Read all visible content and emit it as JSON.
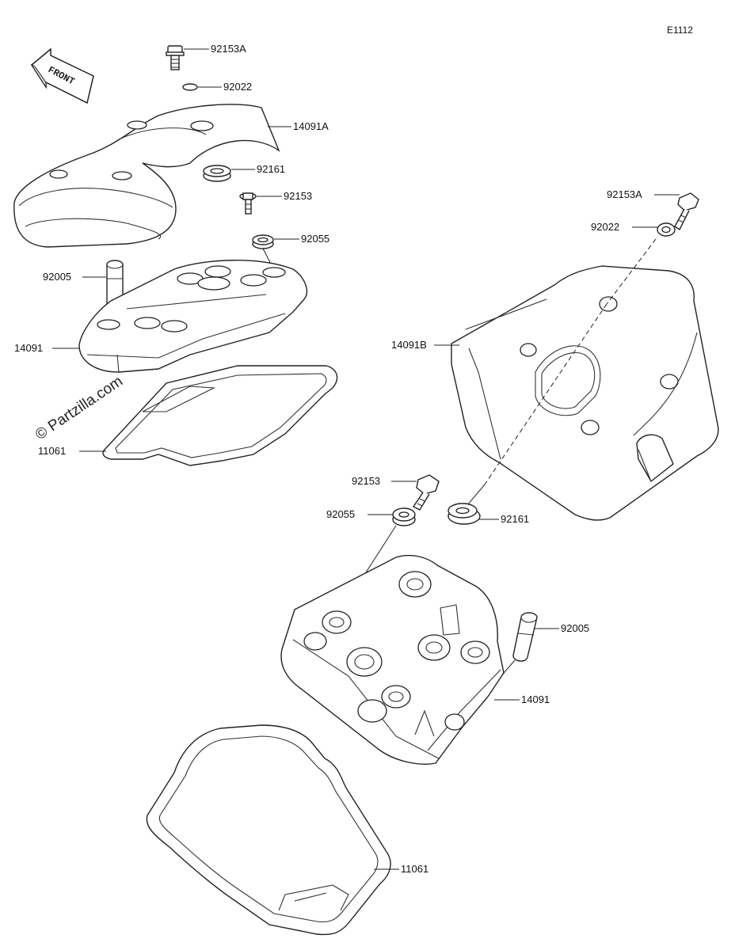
{
  "diagram_code": "E1112",
  "front_label": "FRONT",
  "watermark": "© Partzilla.com",
  "labels": {
    "bolt_top_left": "92153A",
    "washer_top_left": "92022",
    "cover_left": "14091A",
    "grommet_left": "92161",
    "bolt_mid_left": "92153",
    "washer_mid_left": "92055",
    "dowel_left": "92005",
    "head_cover_left": "14091",
    "gasket_left": "11061",
    "bolt_top_right": "92153A",
    "washer_top_right": "92022",
    "cover_right": "14091B",
    "bolt_mid_right": "92153",
    "washer_mid_right": "92055",
    "grommet_right": "92161",
    "dowel_right": "92005",
    "head_cover_right": "14091",
    "gasket_right": "11061"
  }
}
